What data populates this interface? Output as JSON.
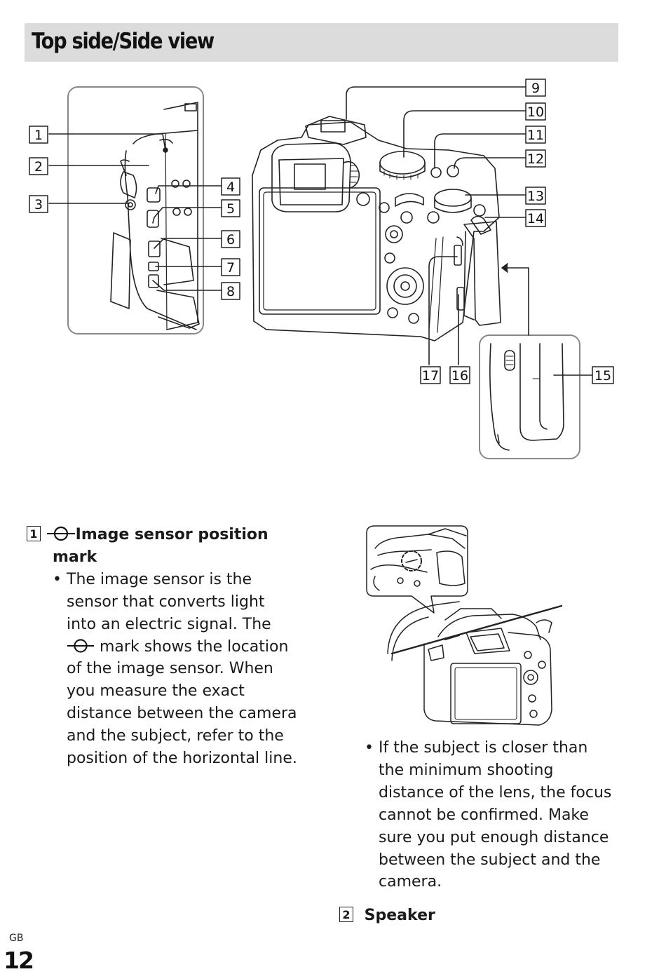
{
  "section": {
    "title": "Top side/Side view"
  },
  "callouts": [
    "1",
    "2",
    "3",
    "4",
    "5",
    "6",
    "7",
    "8",
    "9",
    "10",
    "11",
    "12",
    "13",
    "14",
    "15",
    "16",
    "17"
  ],
  "items": [
    {
      "number": "1",
      "title_line1": "Image sensor position",
      "title_line2": "mark",
      "icon": "image-sensor-position-mark-icon",
      "bullet_lines": [
        "The image sensor is the",
        "sensor that converts light",
        "into an electric signal. The"
      ],
      "bullet_mark_line": "mark shows the location",
      "bullet_lines_after": [
        "of the image sensor. When",
        "you measure the exact",
        "distance between the camera",
        "and the subject, refer to the",
        "position of the horizontal line."
      ]
    },
    {
      "bullet_lines": [
        "If the subject is closer than",
        "the minimum shooting",
        "distance of the lens, the focus",
        "cannot be confirmed. Make",
        "sure you put enough distance",
        "between the subject and the",
        "camera."
      ]
    },
    {
      "number": "2",
      "title": "Speaker"
    }
  ],
  "footer": {
    "lang": "GB",
    "page": "12"
  }
}
